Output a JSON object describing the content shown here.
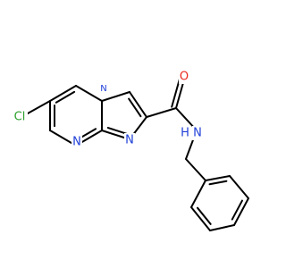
{
  "molecule": {
    "atoms": [
      {
        "id": "cl",
        "label": "Cl",
        "color": "#2ca02c"
      },
      {
        "id": "n_bridge",
        "label": "N",
        "color": "#1f3fd8"
      },
      {
        "id": "n_pyr",
        "label": "N",
        "color": "#1f3fd8"
      },
      {
        "id": "n_imid",
        "label": "N",
        "color": "#1f3fd8"
      },
      {
        "id": "o",
        "label": "O",
        "color": "#e8291c"
      },
      {
        "id": "nh",
        "label": "N",
        "color": "#1f3fd8"
      },
      {
        "id": "h",
        "label": "H",
        "color": "#1f3fd8"
      }
    ],
    "bond_color": "#000000"
  }
}
